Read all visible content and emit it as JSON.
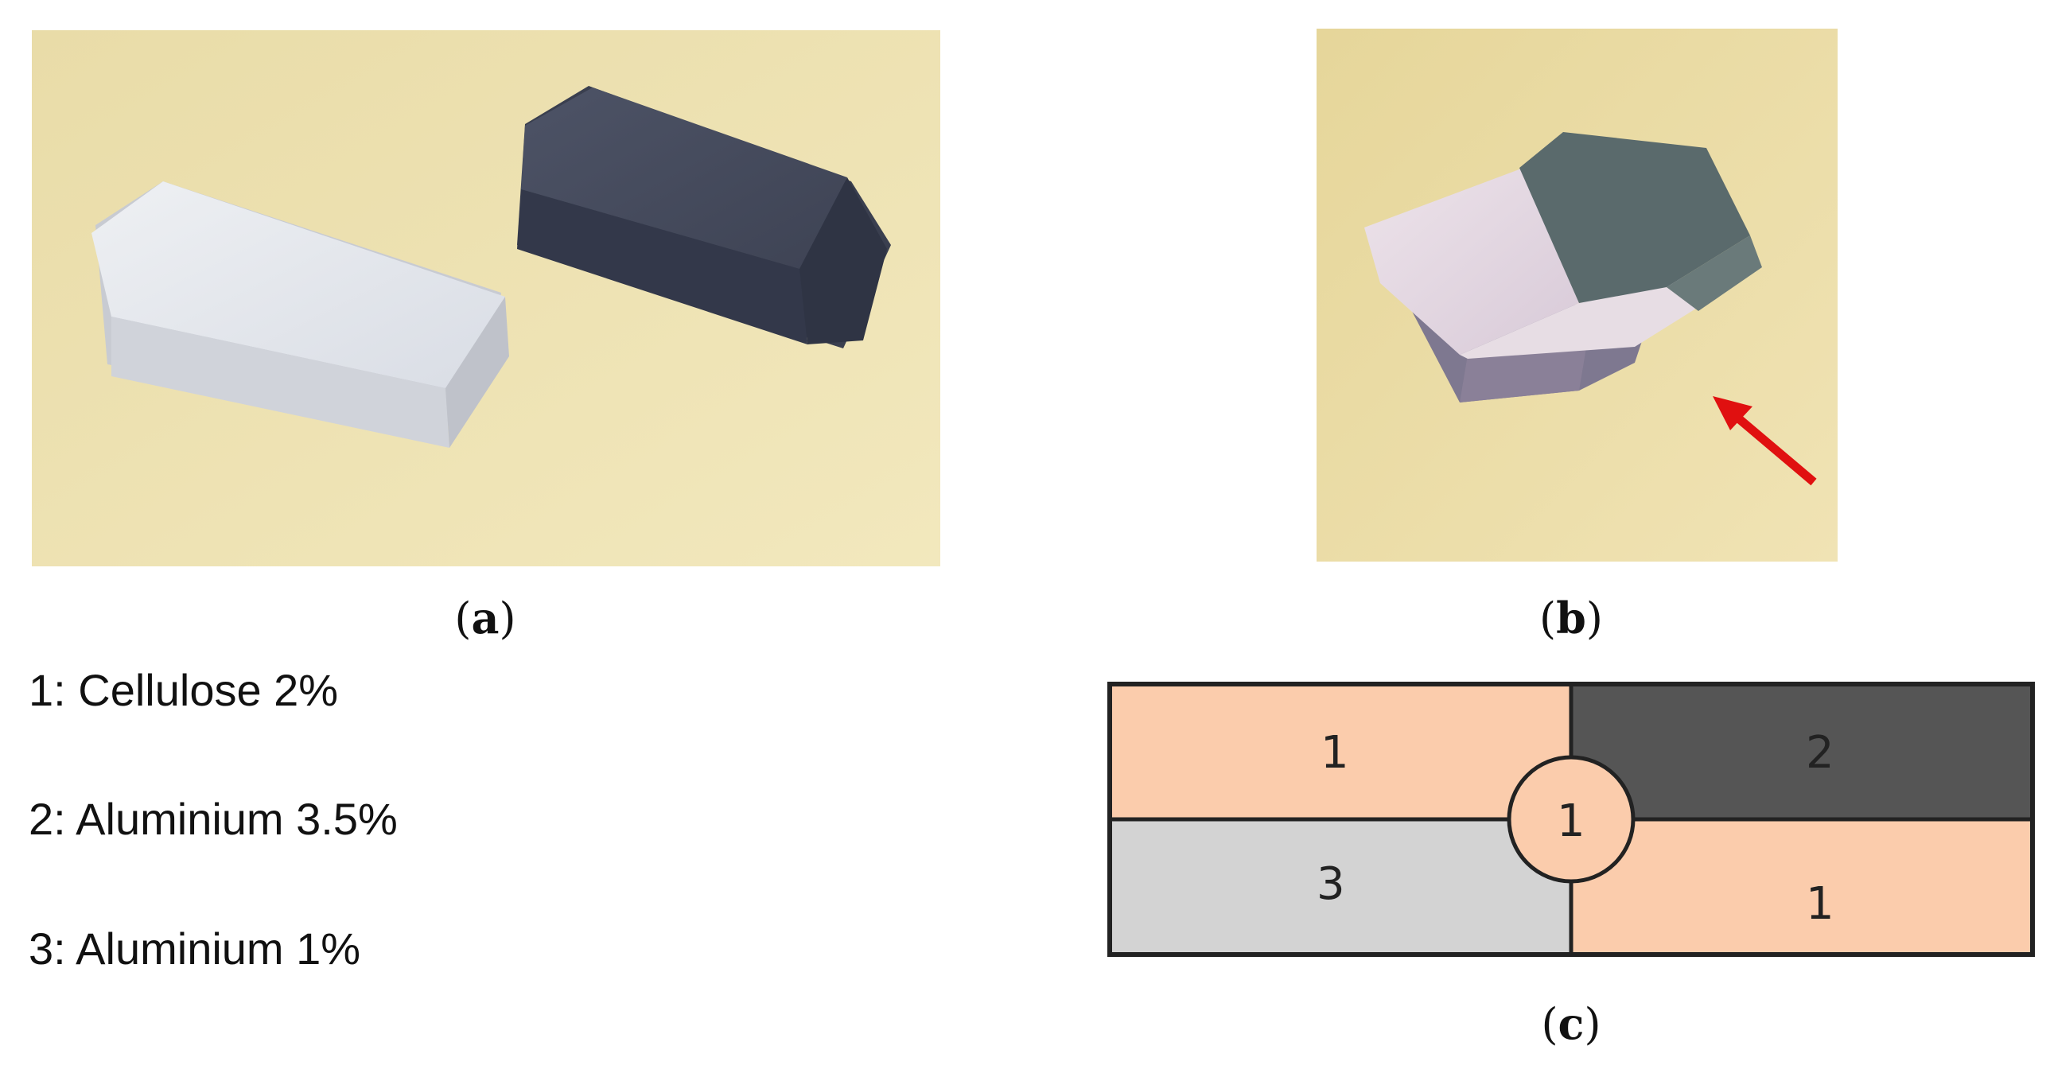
{
  "figure": {
    "panel_a": {
      "caption_letter": "a"
    },
    "panel_b": {
      "caption_letter": "b"
    },
    "panel_c": {
      "caption_letter": "c",
      "regions": [
        {
          "label": "1",
          "color": "#fbccac"
        },
        {
          "label": "2",
          "color": "#555555"
        },
        {
          "label": "3",
          "color": "#d3d3d3"
        },
        {
          "label": "1",
          "color": "#fbccac"
        },
        {
          "label": "1",
          "color": "#fbccac"
        }
      ],
      "outline_color": "#222222"
    },
    "arrow_color": "#e01010"
  },
  "legend": [
    "1: Cellulose 2%",
    "2: Aluminium 3.5%",
    "3: Aluminium 1%"
  ]
}
